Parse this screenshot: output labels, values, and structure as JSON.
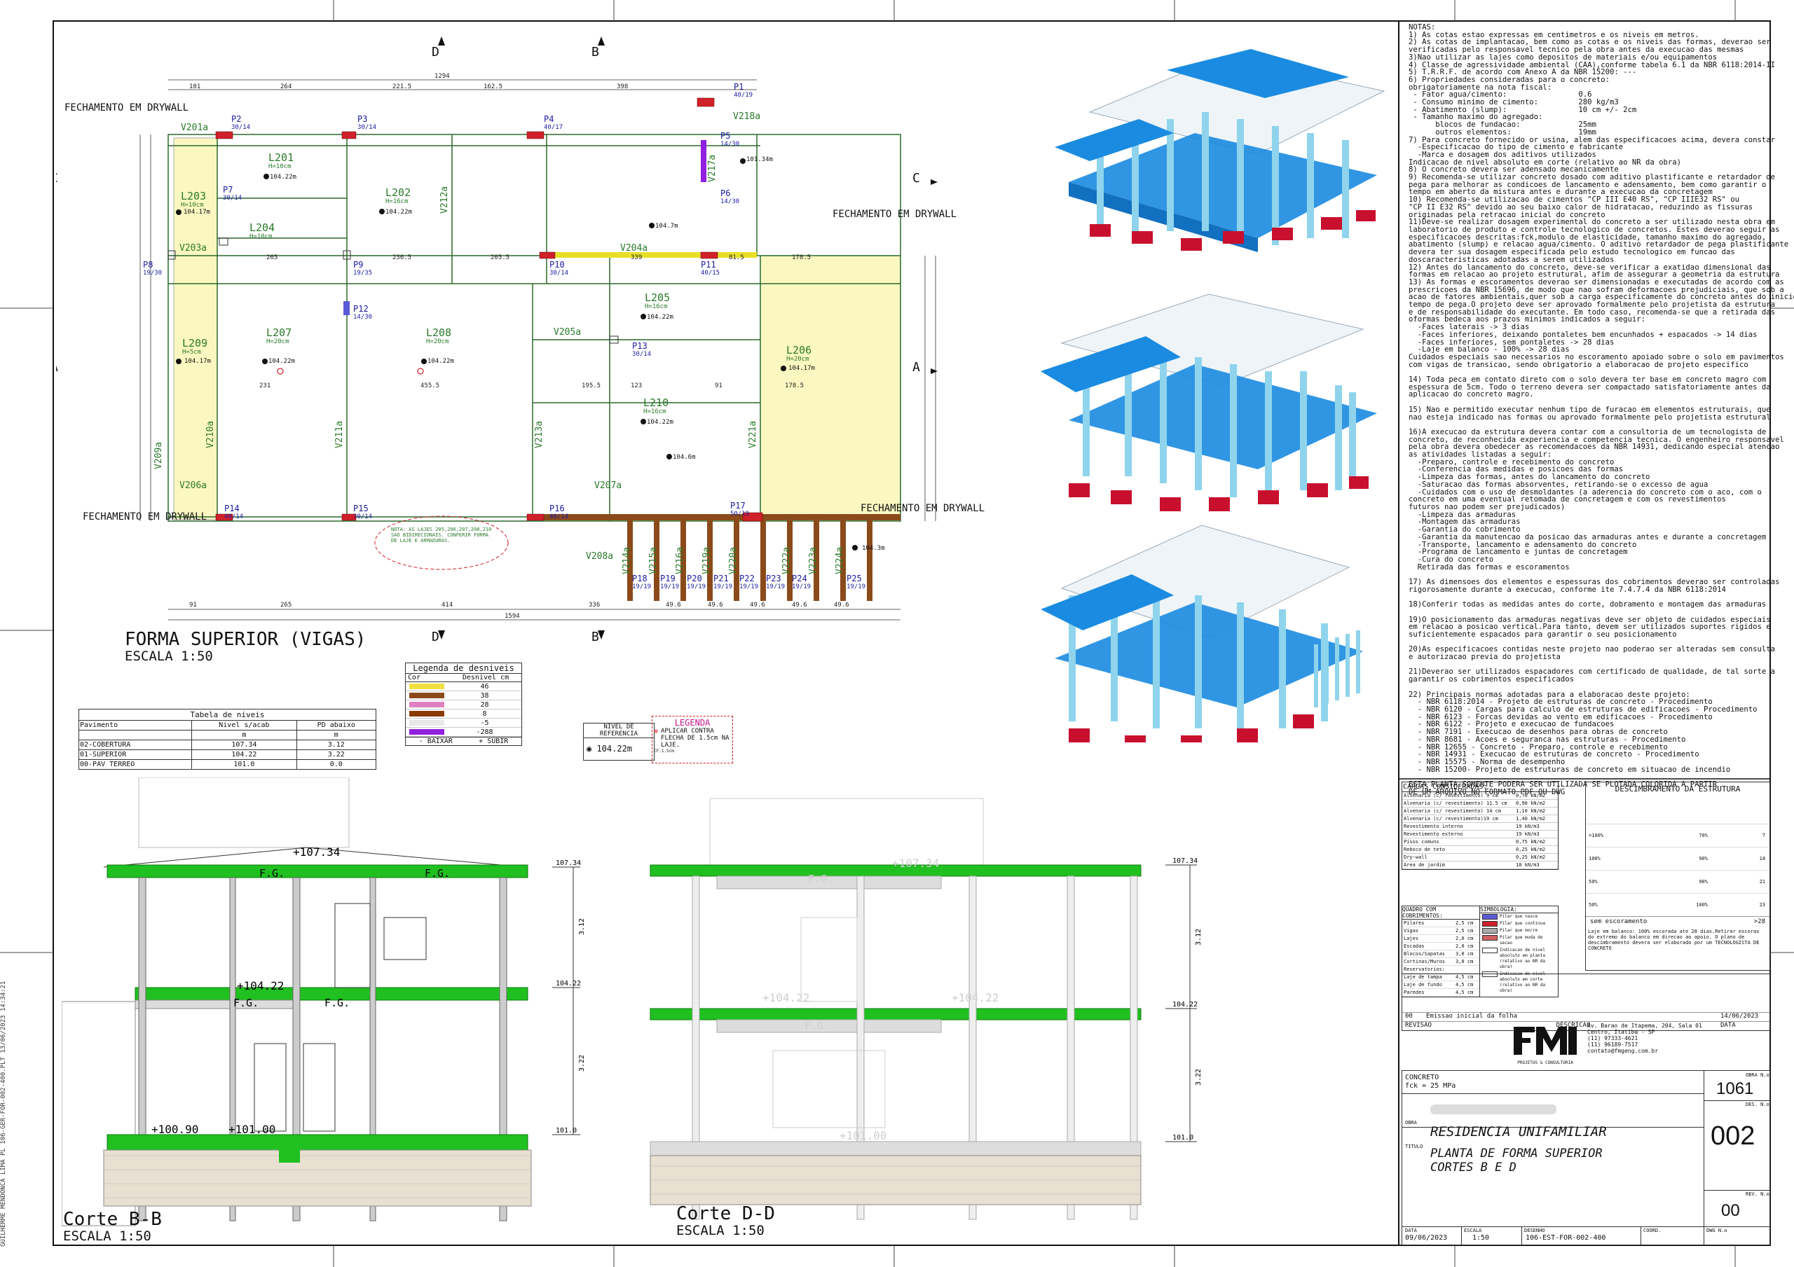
{
  "left_stamp": "GUILHERME MENDONCA LIMA PL 106-GER-FOR-002-400.PLT 13/06/2023 14:34:21",
  "plan": {
    "title": "FORMA SUPERIOR (VIGAS)",
    "scale": "ESCALA 1:50",
    "total_dim_top": "1294",
    "total_dim_bottom": "1594",
    "drywall_label": "FECHAMENTO EM DRYWALL",
    "section_marks": [
      "D",
      "B",
      "C",
      "A"
    ],
    "slabs": [
      {
        "id": "L201",
        "h": "H=10cm",
        "lvl": "104.22m"
      },
      {
        "id": "L202",
        "h": "H=16cm",
        "lvl": "104.22m"
      },
      {
        "id": "L203",
        "h": "H=10cm",
        "lvl": "104.17m"
      },
      {
        "id": "L204",
        "h": "H=10cm",
        "lvl": ""
      },
      {
        "id": "L205",
        "h": "H=16cm",
        "lvl": "104.22m"
      },
      {
        "id": "L206",
        "h": "H=20cm",
        "lvl": "104.17m"
      },
      {
        "id": "L207",
        "h": "H=20cm",
        "lvl": "104.22m"
      },
      {
        "id": "L208",
        "h": "H=20cm",
        "lvl": "104.22m"
      },
      {
        "id": "L209",
        "h": "H=5cm",
        "lvl": "104.17m"
      },
      {
        "id": "L210",
        "h": "H=16cm",
        "lvl": "104.22m"
      }
    ],
    "pillars": [
      {
        "id": "P1",
        "s": "40/19"
      },
      {
        "id": "P2",
        "s": "30/14"
      },
      {
        "id": "P3",
        "s": "30/14"
      },
      {
        "id": "P4",
        "s": "40/17"
      },
      {
        "id": "P5",
        "s": "14/30"
      },
      {
        "id": "P6",
        "s": "14/30"
      },
      {
        "id": "P7",
        "s": "30/14"
      },
      {
        "id": "P8",
        "s": "19/30"
      },
      {
        "id": "P9",
        "s": "19/35"
      },
      {
        "id": "P10",
        "s": "30/14"
      },
      {
        "id": "P11",
        "s": "40/15"
      },
      {
        "id": "P12",
        "s": "14/30"
      },
      {
        "id": "P13",
        "s": "30/14"
      },
      {
        "id": "P14",
        "s": "40/14"
      },
      {
        "id": "P15",
        "s": "30/14"
      },
      {
        "id": "P16",
        "s": "40/14"
      },
      {
        "id": "P17",
        "s": "50/19"
      },
      {
        "id": "P18",
        "s": "19/19"
      },
      {
        "id": "P19",
        "s": "19/19"
      },
      {
        "id": "P20",
        "s": "19/19"
      },
      {
        "id": "P21",
        "s": "19/19"
      },
      {
        "id": "P22",
        "s": "19/19"
      },
      {
        "id": "P23",
        "s": "19/19"
      },
      {
        "id": "P24",
        "s": "19/19"
      },
      {
        "id": "P25",
        "s": "19/19"
      }
    ],
    "beams": [
      "V201a",
      "V203a",
      "V204a",
      "V205a",
      "V206a",
      "V207a",
      "V208a",
      "V209a",
      "V210a",
      "V211a",
      "V212a",
      "V213a",
      "V214a",
      "V215a",
      "V216a",
      "V217a",
      "V218a",
      "V219a",
      "V220a",
      "V221a",
      "V222a",
      "V223a",
      "V224a"
    ],
    "levels_markers": [
      "104.7m",
      "101.34m",
      "104.6m",
      "104.3m"
    ],
    "note": "NOTA: AS LAJES 205,206,207,208,210 SAO BIDIRECIONAIS. CONFERIR FORMA DE LAJE E ARMADURAS."
  },
  "levels_table": {
    "title": "Tabela de niveis",
    "headers": [
      "Pavimento",
      "Nivel s/acab",
      "PD abaixo"
    ],
    "units": [
      "",
      "m",
      "m"
    ],
    "rows": [
      [
        "02-COBERTURA",
        "107.34",
        "3.12"
      ],
      [
        "01-SUPERIOR",
        "104.22",
        "3.22"
      ],
      [
        "00-PAV TERREO",
        "101.0",
        "0.0"
      ]
    ]
  },
  "unevenness_legend": {
    "title": "Legenda de desniveis",
    "headers": [
      "Cor",
      "Desnivel  cm"
    ],
    "rows": [
      {
        "color": "#f0e040",
        "value": "46"
      },
      {
        "color": "#8b4a1a",
        "value": "38"
      },
      {
        "color": "#e080c0",
        "value": "28"
      },
      {
        "color": "#8b3a00",
        "value": "8"
      },
      {
        "color": "#e8e8e8",
        "value": "-5"
      },
      {
        "color": "#9020e0",
        "value": "-288"
      }
    ],
    "footer_left": "- BAIXAR",
    "footer_right": "+ SUBIR"
  },
  "reference_level": {
    "title": "NIVEL DE REFERENCIA",
    "value": "104.22m"
  },
  "legend_box": {
    "title": "LEGENDA",
    "text": "APLICAR CONTRA FLECHA DE 1.5cm NA LAJE.",
    "sub": "CF:1.5cm"
  },
  "sections": [
    {
      "title": "Corte B-B",
      "scale": "ESCALA 1:50",
      "lvl_top": "+107.34",
      "lvl_mid": "+104.22",
      "lvl_bot": "+101.00",
      "lvl_bot2": "+100.90",
      "fg": "F.G."
    },
    {
      "title": "Corte D-D",
      "scale": "ESCALA 1:50",
      "lvl_top": "+107.34",
      "lvl_mid": "+104.22",
      "lvl_bot": "+101.00",
      "fg": "F.G."
    }
  ],
  "notes_text": "NOTAS:\n1) As cotas estao expressas em centimetros e os niveis em metros.\n2) As cotas de implantacao, bem como as cotas e os niveis das formas, deverao ser\nverificadas pelo responsavel tecnico pela obra antes da execucao das mesmas\n3)Nao utilizar as lajes como depositos de materiais e/ou equipamentos\n4) Classe de agressividade ambiental (CAA),conforme tabela 6.1 da NBR 6118:2014-II\n5) T.R.R.F. de acordo com Anexo A da NBR 15200: ---\n6) Propriedades consideradas para o concreto:\nobrigatoriamente na nota fiscal:\n - Fator agua/cimento:                0.6\n - Consumo minimo de cimento:         280 kg/m3\n - Abatimento (slump):                10 cm +/- 2cm\n - Tamanho maximo do agregado:\n      blocos de fundacao:             25mm\n      outros elementos:               19mm\n7) Para concreto fornecido or usina, alem das especificacoes acima, devera constar\n  -Especificacao do tipo de cimento e fabricante\n  -Marca e dosagem dos aditivos utilizados\nIndicacao de nivel absoluto em corte (relativo ao NR da obra)\n8) O concreto devera ser adensado mecanicamente\n9) Recomenda-se utilizar concreto dosado com aditivo plastificante e retardador de\npega para melhorar as condicoes de lancamento e adensamento, bem como garantir o\ntempo em aberto da mistura antes e durante a execucao da concretagem\n10) Recomenda-se utilizacao de cimentos \"CP III E40 RS\", \"CP IIIE32 RS\" ou\n\"CP II E32 RS\" devido ao seu baixo calor de hidratacao, reduzindo as fissuras\noriginadas pela retracao inicial do concreto\n11)Deve-se realizar dosagem experimental do concreto a ser utilizado nesta obra em\nlaboratorio de produto e controle tecnologico de concretos. Estes deverao seguir as\nespecificacoes descritas:fck,modulo de elasticidade, tamanho maximo do agregado,\nabatimento (slump) e relacao agua/cimento. O aditivo retardador de pega plastificante\ndevera ter sua dosagem especificada pelo estudo tecnologico em funcao das\ndoscaracteristicas adotadas a serem utilizados\n12) Antes do lancamento do concreto, deve-se verificar a exatidao dimensional das\nformas em relacao ao projeto estrutural, afim de assegurar a geometria da estrutura\n13) As formas e escoramentos deverao ser dimensionadas e executadas de acordo com as\nprescricoes da NBR 15696, de modo que nao sofram deformacoes prejudiciais, que sob a\nacao de fatores ambientais,quer sob a carga especificamente do concreto antes do inicio\ntempo de pega.O projeto deve ser aprovado formalmente pelo projetista da estrutura\ne de responsabilidade do executante. Em todo caso, recomenda-se que a retirada das\noformas bedeca aos prazos minimos indicados a seguir:\n  -Faces laterais -> 3 dias\n  -Faces inferiores, deixando pontaletes bem encunhados + espacados -> 14 dias\n  -Faces inferiores, sem pontaletes -> 28 dias\n  -Laje em balanco - 100% -> 28 dias\nCuidados especiais sao necessarios no escoramento apoiado sobre o solo em pavimentos\ncom vigas de transicao, sendo obrigatorio a elaboracao de projeto especifico\n\n14) Toda peca em contato direto com o solo devera ter base em concreto magro com\nespessura de 5cm. Todo o terreno devera ser compactado satisfatoriamente antes da\naplicacao do concreto magro.\n\n15) Nao e permitido executar nenhum tipo de furacao em elementos estruturais, que\nnao esteja indicado nas formas ou aprovado formalmente pelo projetista estrutural\n\n16)A execucao da estrutura devera contar com a consultoria de um tecnologista de\nconcreto, de reconhecida experiencia e competencia tecnica. O engenheiro responsavel\npela obra devera obedecer as recomendacoes da NBR 14931, dedicando especial atencao\nas atividades listadas a seguir:\n  -Preparo, controle e recebimento do concreto\n  -Conferencia das medidas e posicoes das formas\n  -Limpeza das formas, antes do lancamento do concreto\n  -Saturacao das formas absorventes, retirando-se o excesso de agua\n  -Cuidados com o uso de desmoldantes (a aderencia do concreto com o aco, com o\nconcreto em uma eventual retomada de concretagem e com os revestimentos\nfuturos nao podem ser prejudicados)\n  -Limpeza das armaduras\n  -Montagem das armaduras\n  -Garantia do cobrimento\n  -Garantia da manutencao da posicao das armaduras antes e durante a concretagem\n  -Transporte, lancamento e adensamento do concreto\n  -Programa de lancamento e juntas de concretagem\n  -Cura do concreto\n  Retirada das formas e escoramentos\n\n17) As dimensoes dos elementos e espessuras dos cobrimentos deverao ser controladas\nrigorosamente durante a execucao, conforme ite 7.4.7.4 da NBR 6118:2014\n\n18)Conferir todas as medidas antes do corte, dobramento e montagem das armaduras\n\n19)O posicionamento das armaduras negativas deve ser objeto de cuidados especiais\nem relacao a posicao vertical.Para tanto, devem ser utilizados suportes rigidos e\nsuficientemente espacados para garantir o seu posicionamento\n\n20)As especificacoes contidas neste projeto nao poderao ser alteradas sem consulta\ne autorizacao previa do projetista\n\n21)Deverao ser utilizados espacadores com certificado de qualidade, de tal sorte a\ngarantir os cobrimentos especificados\n\n22) Principais normas adotadas para a elaboracao deste projeto:\n  - NBR 6118:2014 - Projeto de estruturas de concreto - Procedimento\n  - NBR 6120 - Cargas para calculo de estruturas de edificacoes - Procedimento\n  - NBR 6123 - Forcas devidas ao vento em edificacoes - Procedimento\n  - NBR 6122 - Projeto e execucao de fundacoes\n  - NBR 7191 - Execucao de desenhos para obras de concreto\n  - NBR 8681 - Acoes e seguranca nas estruturas - Procedimento\n  - NBR 12655 - Concreto - Preparo, controle e recebimento\n  - NBR 14931 - Execucao de estruturas de concreto - Procedimento\n  - NBR 15575 - Norma de desempenho\n  - NBR 15200- Projeto de estruturas de concreto em situacao de incendio\n\nESTA PLANTA SOMENTE PODERA SER UTILIZADA SE PLOTADA COLORIDA A PARTIR\nDE UM ARQUIVO NO FORMATO PDF OU DWG",
  "loads": {
    "title": "CARGAS CONSIDERADAS:",
    "rows": [
      [
        "Alvenaria (c/ revestimento) 9 cm",
        "0,70 kN/m2"
      ],
      [
        "Alvenaria (c/ revestimento) 11.5 cm",
        "0,90 kN/m2"
      ],
      [
        "Alvenaria (c/ revestimento) 14 cm",
        "1,10 kN/m2"
      ],
      [
        "Alvenaria (c/ revestimento)19 cm",
        "1,40 kN/m2"
      ],
      [
        "Revestimento interno",
        "19 kN/m3"
      ],
      [
        "Revestimento externo",
        "19 kN/m3"
      ],
      [
        "Pisos comuns",
        "0,75 kN/m2"
      ],
      [
        "Reboco de teto",
        "0,25 kN/m2"
      ],
      [
        "Dry-wall",
        "0,25 kN/m2"
      ],
      [
        "Area de jardim",
        "18 kN/m3"
      ]
    ]
  },
  "covers": {
    "title": "QUADRO COM COBRIMENTOS:",
    "rows": [
      [
        "Pilares",
        "2,5 cm"
      ],
      [
        "Vigas",
        "2,5 cm"
      ],
      [
        "Lajes",
        "2,0 cm"
      ],
      [
        "Escadas",
        "2,0 cm"
      ],
      [
        "Blocos/Sapatas",
        "3,0 cm"
      ],
      [
        "Cortinas/Muros",
        "3,0 cm"
      ],
      [
        "Reservatorios:",
        ""
      ],
      [
        "Laje de tampa",
        "4,5 cm"
      ],
      [
        "Laje de fundo",
        "4,5 cm"
      ],
      [
        "Paredes",
        "4,5 cm"
      ]
    ]
  },
  "symbology": {
    "title": "SIMBOLOGIA:",
    "rows": [
      "Pilar que nasce",
      "Pilar que continua",
      "Pilar que morre",
      "Pilar que muda de secao",
      "Indicacao de nivel absoluto em planta (relativo ao NR da obra)",
      "Indicacao de nivel absoluto em corte (relativo ao NR da obra)"
    ]
  },
  "shoring": {
    "title": "DESCIMBRAMENTO DA ESTRUTURA",
    "rows": [
      {
        "pct": "=100%",
        "fck": "70%",
        "days": "7"
      },
      {
        "pct": "100%",
        "fck": "90%",
        "days": "14"
      },
      {
        "pct": "50%",
        "fck": "90%",
        "days": "21"
      },
      {
        "pct": "50%",
        "fck": "100%",
        "days": "23"
      }
    ],
    "footer": "sem escoramento",
    "footer_days": ">28",
    "note": "Laje em balanco: 100% escorada ate 28 dias.Retirar escoras do extremo do balanco em direcao ao apoio. O plano de descimbramento devera ser elaborado por um TECNOLOGISTA DE CONCRETO"
  },
  "revisions": {
    "rows": [
      {
        "rev": "00",
        "desc": "Emissao inicial da folha",
        "date": "14/06/2023"
      }
    ],
    "labels": [
      "REVISAO",
      "DESCRICAO",
      "DATA"
    ]
  },
  "company": {
    "address": "Av. Barao de Itapema, 204, Sala 01\nCentro, Itatiba - SP\n(11) 97333-4621\n(11) 96189-7517\ncontato@fmgeng.com.br",
    "tagline": "PROJETOS & CONSULTORIA"
  },
  "titleblock": {
    "concrete_label": "CONCRETO",
    "fck": "fck = 25 MPa",
    "obra_label": "OBRA",
    "obra": "RESIDENCIA UNIFAMILIAR",
    "titulo_label": "TITULO",
    "titulo_1": "PLANTA DE FORMA SUPERIOR",
    "titulo_2": "CORTES B E D",
    "obra_no_label": "OBRA N.o",
    "obra_no": "1061",
    "des_label": "DES. N.o",
    "des_no": "002",
    "rev_label": "REV. N.o",
    "rev_no": "00",
    "data_label": "DATA",
    "data": "09/06/2023",
    "escala_label": "ESCALA",
    "escala": "1:50",
    "desenho_label": "DESENHO",
    "desenho": "106-EST-FOR-002-400",
    "coord_label": "COORD.",
    "dwg_label": "DWG N.o"
  },
  "colors": {
    "beam_green": "#1fc01f",
    "pillar_red": "#d0202a",
    "model_blue": "#1a8be0",
    "model_cyan": "#8fd4ec",
    "slab_yellow": "#fbf7c0"
  }
}
